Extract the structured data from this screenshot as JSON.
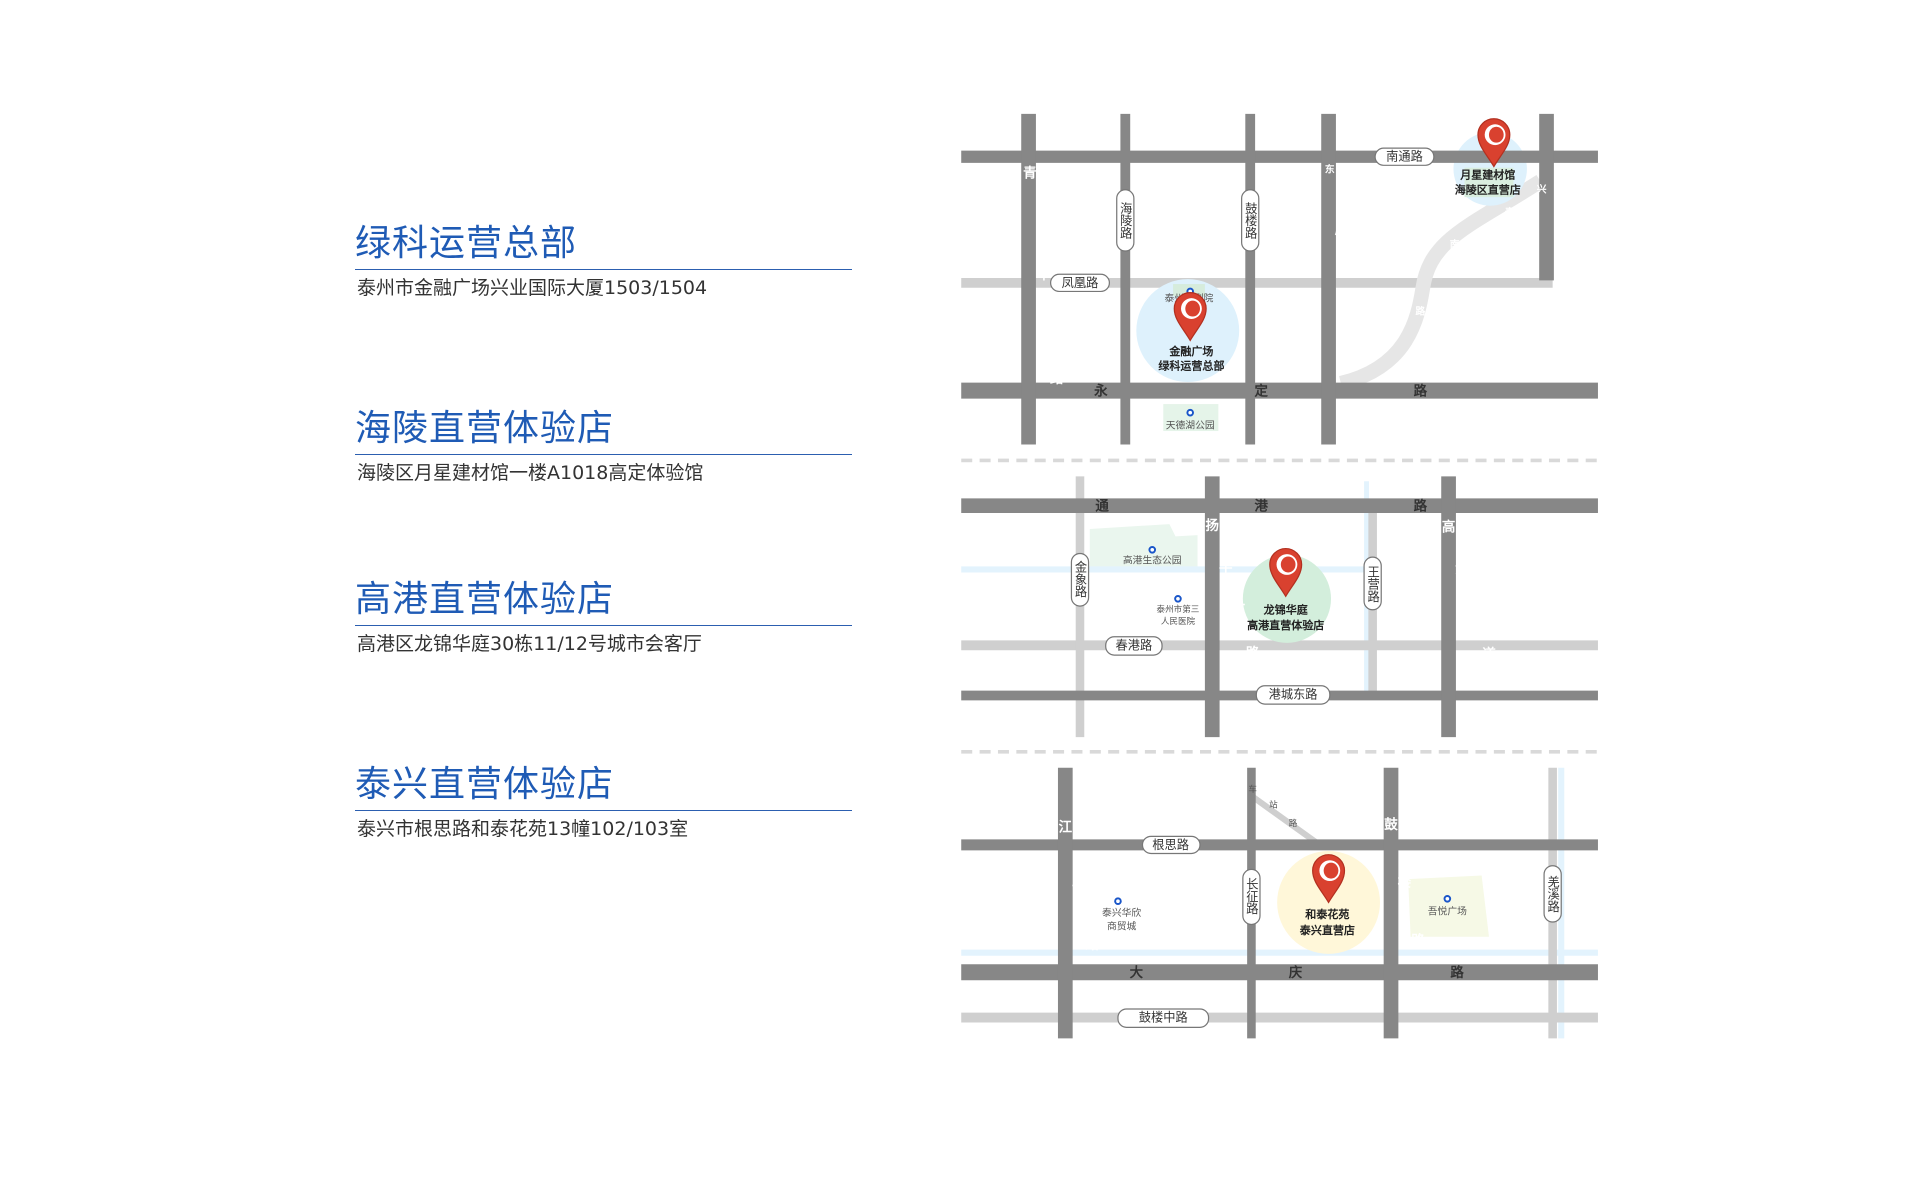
{
  "stores": [
    {
      "title": "绿科运营总部",
      "address": "泰州市金融广场兴业国际大厦1503/1504"
    },
    {
      "title": "海陵直营体验店",
      "address": "海陵区月星建材馆一楼A1018高定体验馆"
    },
    {
      "title": "高港直营体验店",
      "address": "高港区龙锦华庭30栋11/12号城市会客厅"
    },
    {
      "title": "泰兴直营体验店",
      "address": "泰兴市根思路和泰花苑13幢102/103室"
    }
  ],
  "colors": {
    "title": "#1f5bb5",
    "road": "#878787",
    "minor_road": "#cfcfcf",
    "river": "#e3f3fd",
    "pin": "#d9412f"
  },
  "map1": {
    "roads": {
      "nantong": "南通路",
      "hailing": "海陵路",
      "gulou": "鼓楼路",
      "fenghuang": "凤凰路",
      "qingnian": "青年路",
      "dongfeng": "东风快速路",
      "yongding": "永定路",
      "xingtainan": "兴泰南路"
    },
    "poi": {
      "theater": "泰州大剧院",
      "park": "天德湖公园"
    },
    "pins": [
      {
        "line1": "金融广场",
        "line2": "绿科运营总部"
      },
      {
        "line1": "月星建材馆",
        "line2": "海陵区直营店"
      }
    ]
  },
  "map2": {
    "roads": {
      "tonggang": "通港路",
      "jinxiang": "金象路",
      "yangzijiang": "扬子江路",
      "wangying": "王营路",
      "gaogang": "高港大道",
      "chungang": "春港路",
      "gangchengdong": "港城东路"
    },
    "poi": {
      "park": "高港生态公园",
      "hospital1": "泰州市第三",
      "hospital2": "人民医院"
    },
    "pin": {
      "line1": "龙锦华庭",
      "line2": "高港直营体验店"
    }
  },
  "map3": {
    "roads": {
      "gensi": "根思路",
      "daqing": "大庆路",
      "guloumid": "鼓楼中路",
      "jiangping": "江平路",
      "changzheng": "长征路",
      "gulou": "鼓楼路",
      "qiangxi": "羌溪路",
      "chezhan": "车站路"
    },
    "poi": {
      "mall1": "泰兴华欣",
      "mall2": "商贸城",
      "wuyue": "吾悦广场"
    },
    "pin": {
      "line1": "和泰花苑",
      "line2": "泰兴直营店"
    }
  }
}
